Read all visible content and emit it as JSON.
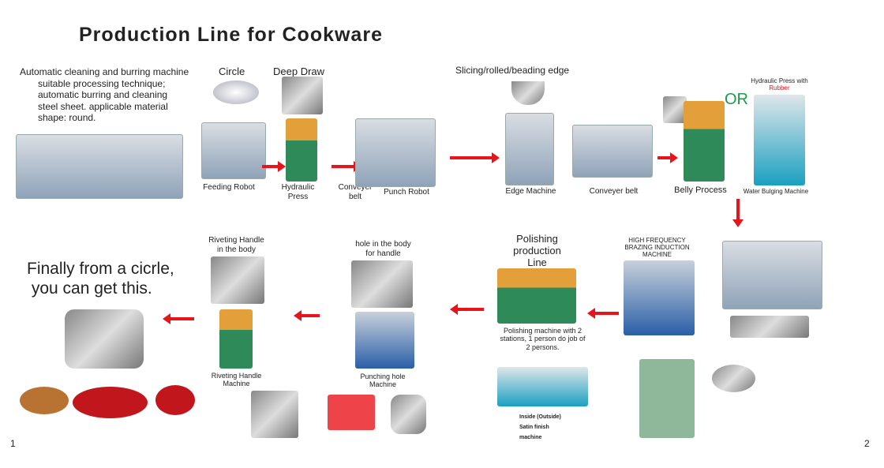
{
  "title": "Production Line for Cookware",
  "step1": {
    "title": "Automatic cleaning and burring machine",
    "desc": "suitable processing technique; automatic burring and cleaning steel sheet. applicable material shape: round."
  },
  "circle": "Circle",
  "deep_draw": "Deep Draw",
  "feeding_robot": "Feeding Robot",
  "hydraulic_press": "Hydraulic Press",
  "conveyer_belt_1": "Conveyer belt",
  "punch_robot": "Punch Robot",
  "slicing": "Slicing/rolled/beading edge",
  "edge_machine": "Edge Machine",
  "conveyer_belt_2": "Conveyer belt",
  "belly_process": "Belly Process",
  "or": "OR",
  "hydraulic_press_rubber_prefix": "Hydraulic Press with ",
  "rubber": "Rubber",
  "water_bulging": "Water Bulging Machine",
  "hf_brazing": "HIGH FREQUENCY BRAZING INDUCTION MACHINE",
  "polishing_line": "Polishing production Line",
  "polishing_machine": "Polishing machine with 2 stations, 1 person do job of 2 persons.",
  "satin": [
    "Inside (Outside)",
    "Satin finish",
    "machine"
  ],
  "hole_body": "hole in the body for handle",
  "punching_hole": "Punching hole Machine",
  "riveting_body": "Riveting Handle in the body",
  "riveting_machine": "Riveting Handle Machine",
  "final_text": "Finally from a cicrle,\n you can get this.",
  "page_left": "1",
  "page_right": "2",
  "colors": {
    "arrow": "#e8141b",
    "or": "#1a9a4a",
    "rubber": "#e8141b"
  }
}
